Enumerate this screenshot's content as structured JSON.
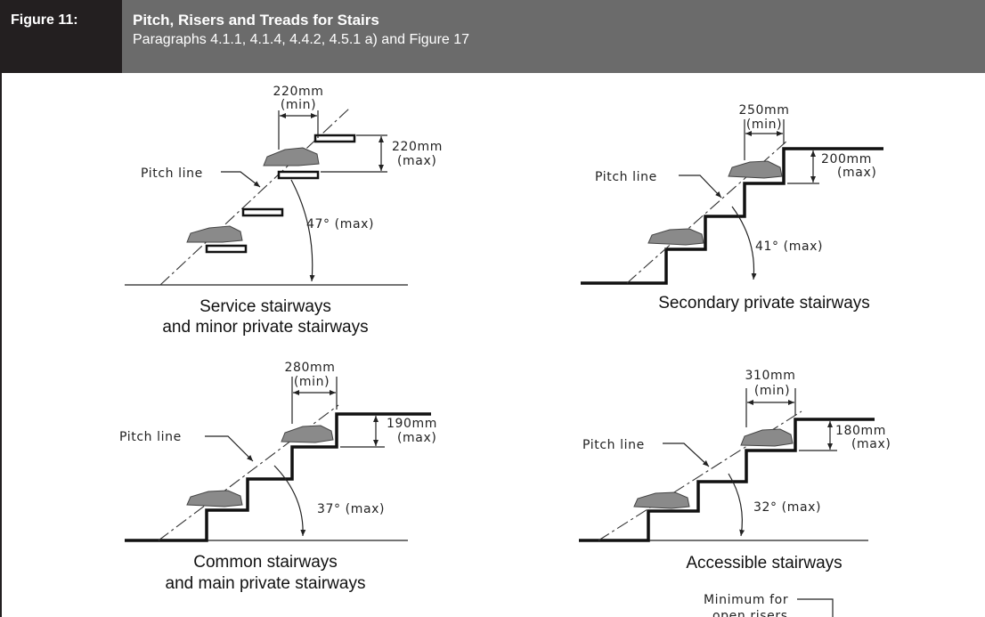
{
  "figure": {
    "label": "Figure 11:",
    "title": "Pitch, Risers and Treads for Stairs",
    "subtitle": "Paragraphs 4.1.1, 4.1.4, 4.4.2, 4.5.1 a) and Figure 17"
  },
  "panels": {
    "service": {
      "caption_line1": "Service stairways",
      "caption_line2": "and minor private stairways",
      "tread": "220mm",
      "tread_note": "(min)",
      "riser": "220mm",
      "riser_note": "(max)",
      "pitch_label": "Pitch line",
      "angle": "47°  (max)"
    },
    "secondary": {
      "caption_line1": "Secondary private stairways",
      "tread": "250mm",
      "tread_note": "(min)",
      "riser": "200mm",
      "riser_note": "(max)",
      "pitch_label": "Pitch line",
      "angle": "41°  (max)"
    },
    "common": {
      "caption_line1": "Common stairways",
      "caption_line2": "and main private stairways",
      "tread": "280mm",
      "tread_note": "(min)",
      "riser": "190mm",
      "riser_note": "(max)",
      "pitch_label": "Pitch line",
      "angle": "37°  (max)"
    },
    "accessible": {
      "caption_line1": "Accessible stairways",
      "tread": "310mm",
      "tread_note": "(min)",
      "riser": "180mm",
      "riser_note": "(max)",
      "pitch_label": "Pitch line",
      "angle": "32°  (max)"
    }
  },
  "footer_note": {
    "line1": "Minimum for",
    "line2": "open risers"
  }
}
